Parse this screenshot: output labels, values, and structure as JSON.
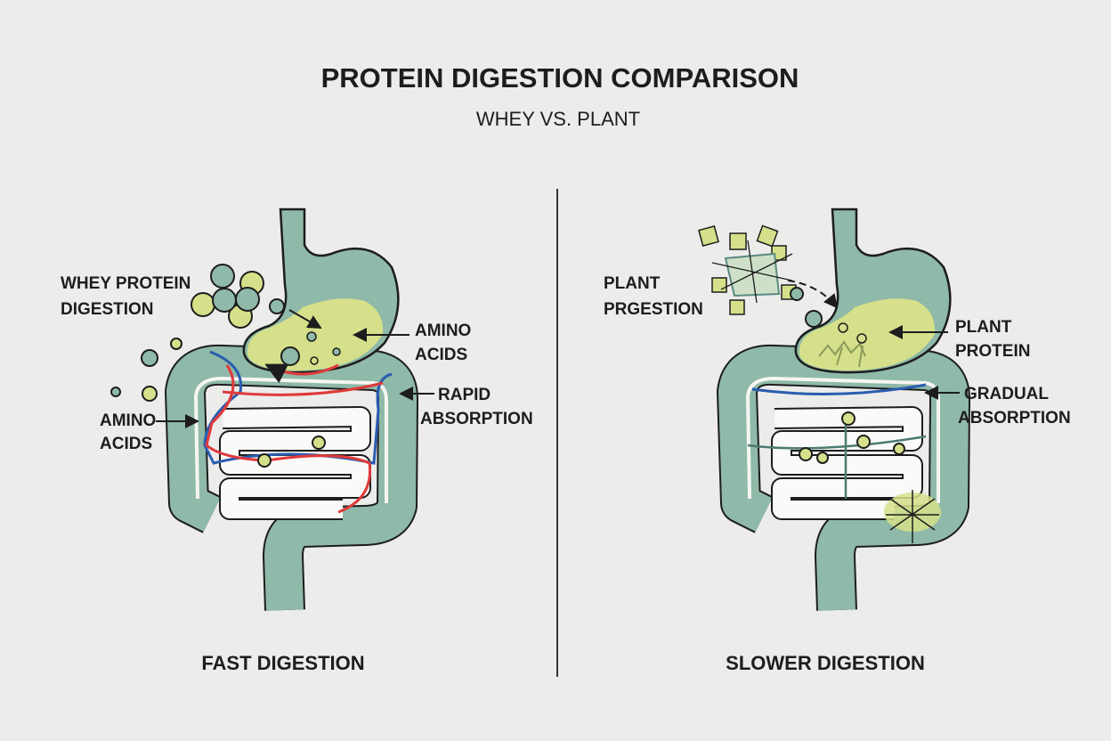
{
  "title": "PROTEIN DIGESTION COMPARISON",
  "subtitle": "WHEY VS. PLANT",
  "colors": {
    "background": "#ececeb",
    "organ": "#8fb9a8",
    "protein": "#d6e08a",
    "outline": "#1d1d1d",
    "artery": "#e03a3a",
    "vein": "#2a5db0"
  },
  "left": {
    "heading": [
      "WHEY PROTEIN",
      "DIGESTION"
    ],
    "stomach_label": [
      "AMINO",
      "ACIDS"
    ],
    "absorption_label": [
      "RAPID",
      "ABSORPTION"
    ],
    "intestine_label": [
      "AMINO",
      "ACIDS"
    ],
    "footer": "FAST DIGESTION"
  },
  "right": {
    "heading": [
      "PLANT",
      "PRGESTION"
    ],
    "stomach_label": [
      "PLANT",
      "PROTEIN"
    ],
    "absorption_label": [
      "GRADUAL",
      "ABSORPTION"
    ],
    "footer": "SLOWER DIGESTION"
  }
}
